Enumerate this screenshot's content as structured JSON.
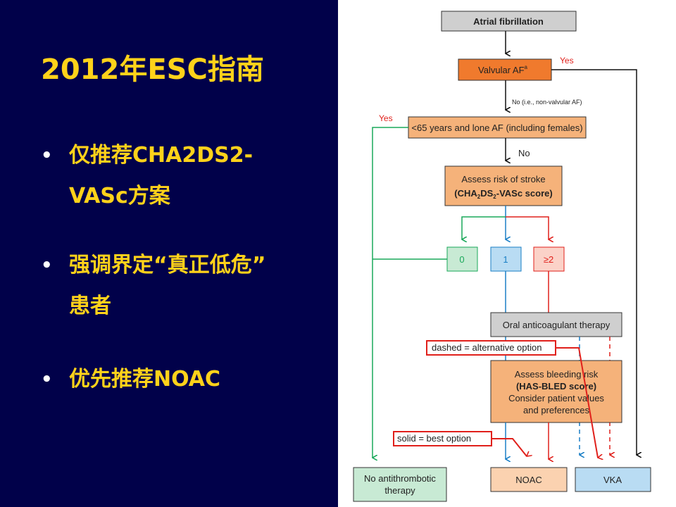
{
  "slide": {
    "title": "2012年ESC指南",
    "bullets": [
      {
        "line1": "仅推荐CHA2DS2-",
        "line2": "VASc方案"
      },
      {
        "line1": "强调界定“真正低危”",
        "line2": "患者"
      },
      {
        "line1": "优先推荐NOAC",
        "line2": ""
      }
    ],
    "bullet_char": "•"
  },
  "flowchart": {
    "colors": {
      "orange": "#f07a2d",
      "peach": "#f5b27a",
      "grey": "#cfcfcf",
      "green_box": "#c8ead4",
      "blue_box": "#b9dcf3",
      "pink_box": "#fbd2c8",
      "green": "#1aa85a",
      "blue": "#1a7fc6",
      "red": "#e0201b"
    },
    "atrial_fibrillation": "Atrial fibrillation",
    "valvular_af": "Valvular AF",
    "valvular_sup": "a",
    "yes_right": "Yes",
    "no_nonvalvular": "No (i.e., non-valvular AF)",
    "yes_left": "Yes",
    "lone_af": "<65 years and lone AF (including females)",
    "no_label": "No",
    "assess_stroke_1": "Assess risk of stroke",
    "assess_stroke_2a": "(CHA",
    "assess_stroke_2b": "2",
    "assess_stroke_2c": "DS",
    "assess_stroke_2d": "2",
    "assess_stroke_2e": "-VASc score)",
    "score_0": "0",
    "score_1": "1",
    "score_2": "≥2",
    "oral_anticoag": "Oral anticoagulant therapy",
    "dashed_note": "dashed = alternative option",
    "bleed_1": "Assess bleeding risk",
    "bleed_2": "(HAS-BLED score)",
    "bleed_3": "Consider patient values",
    "bleed_4": "and preferences",
    "solid_note": "solid = best option",
    "no_antithrombotic_1": "No antithrombotic",
    "no_antithrombotic_2": "therapy",
    "noac": "NOAC",
    "vka": "VKA"
  }
}
